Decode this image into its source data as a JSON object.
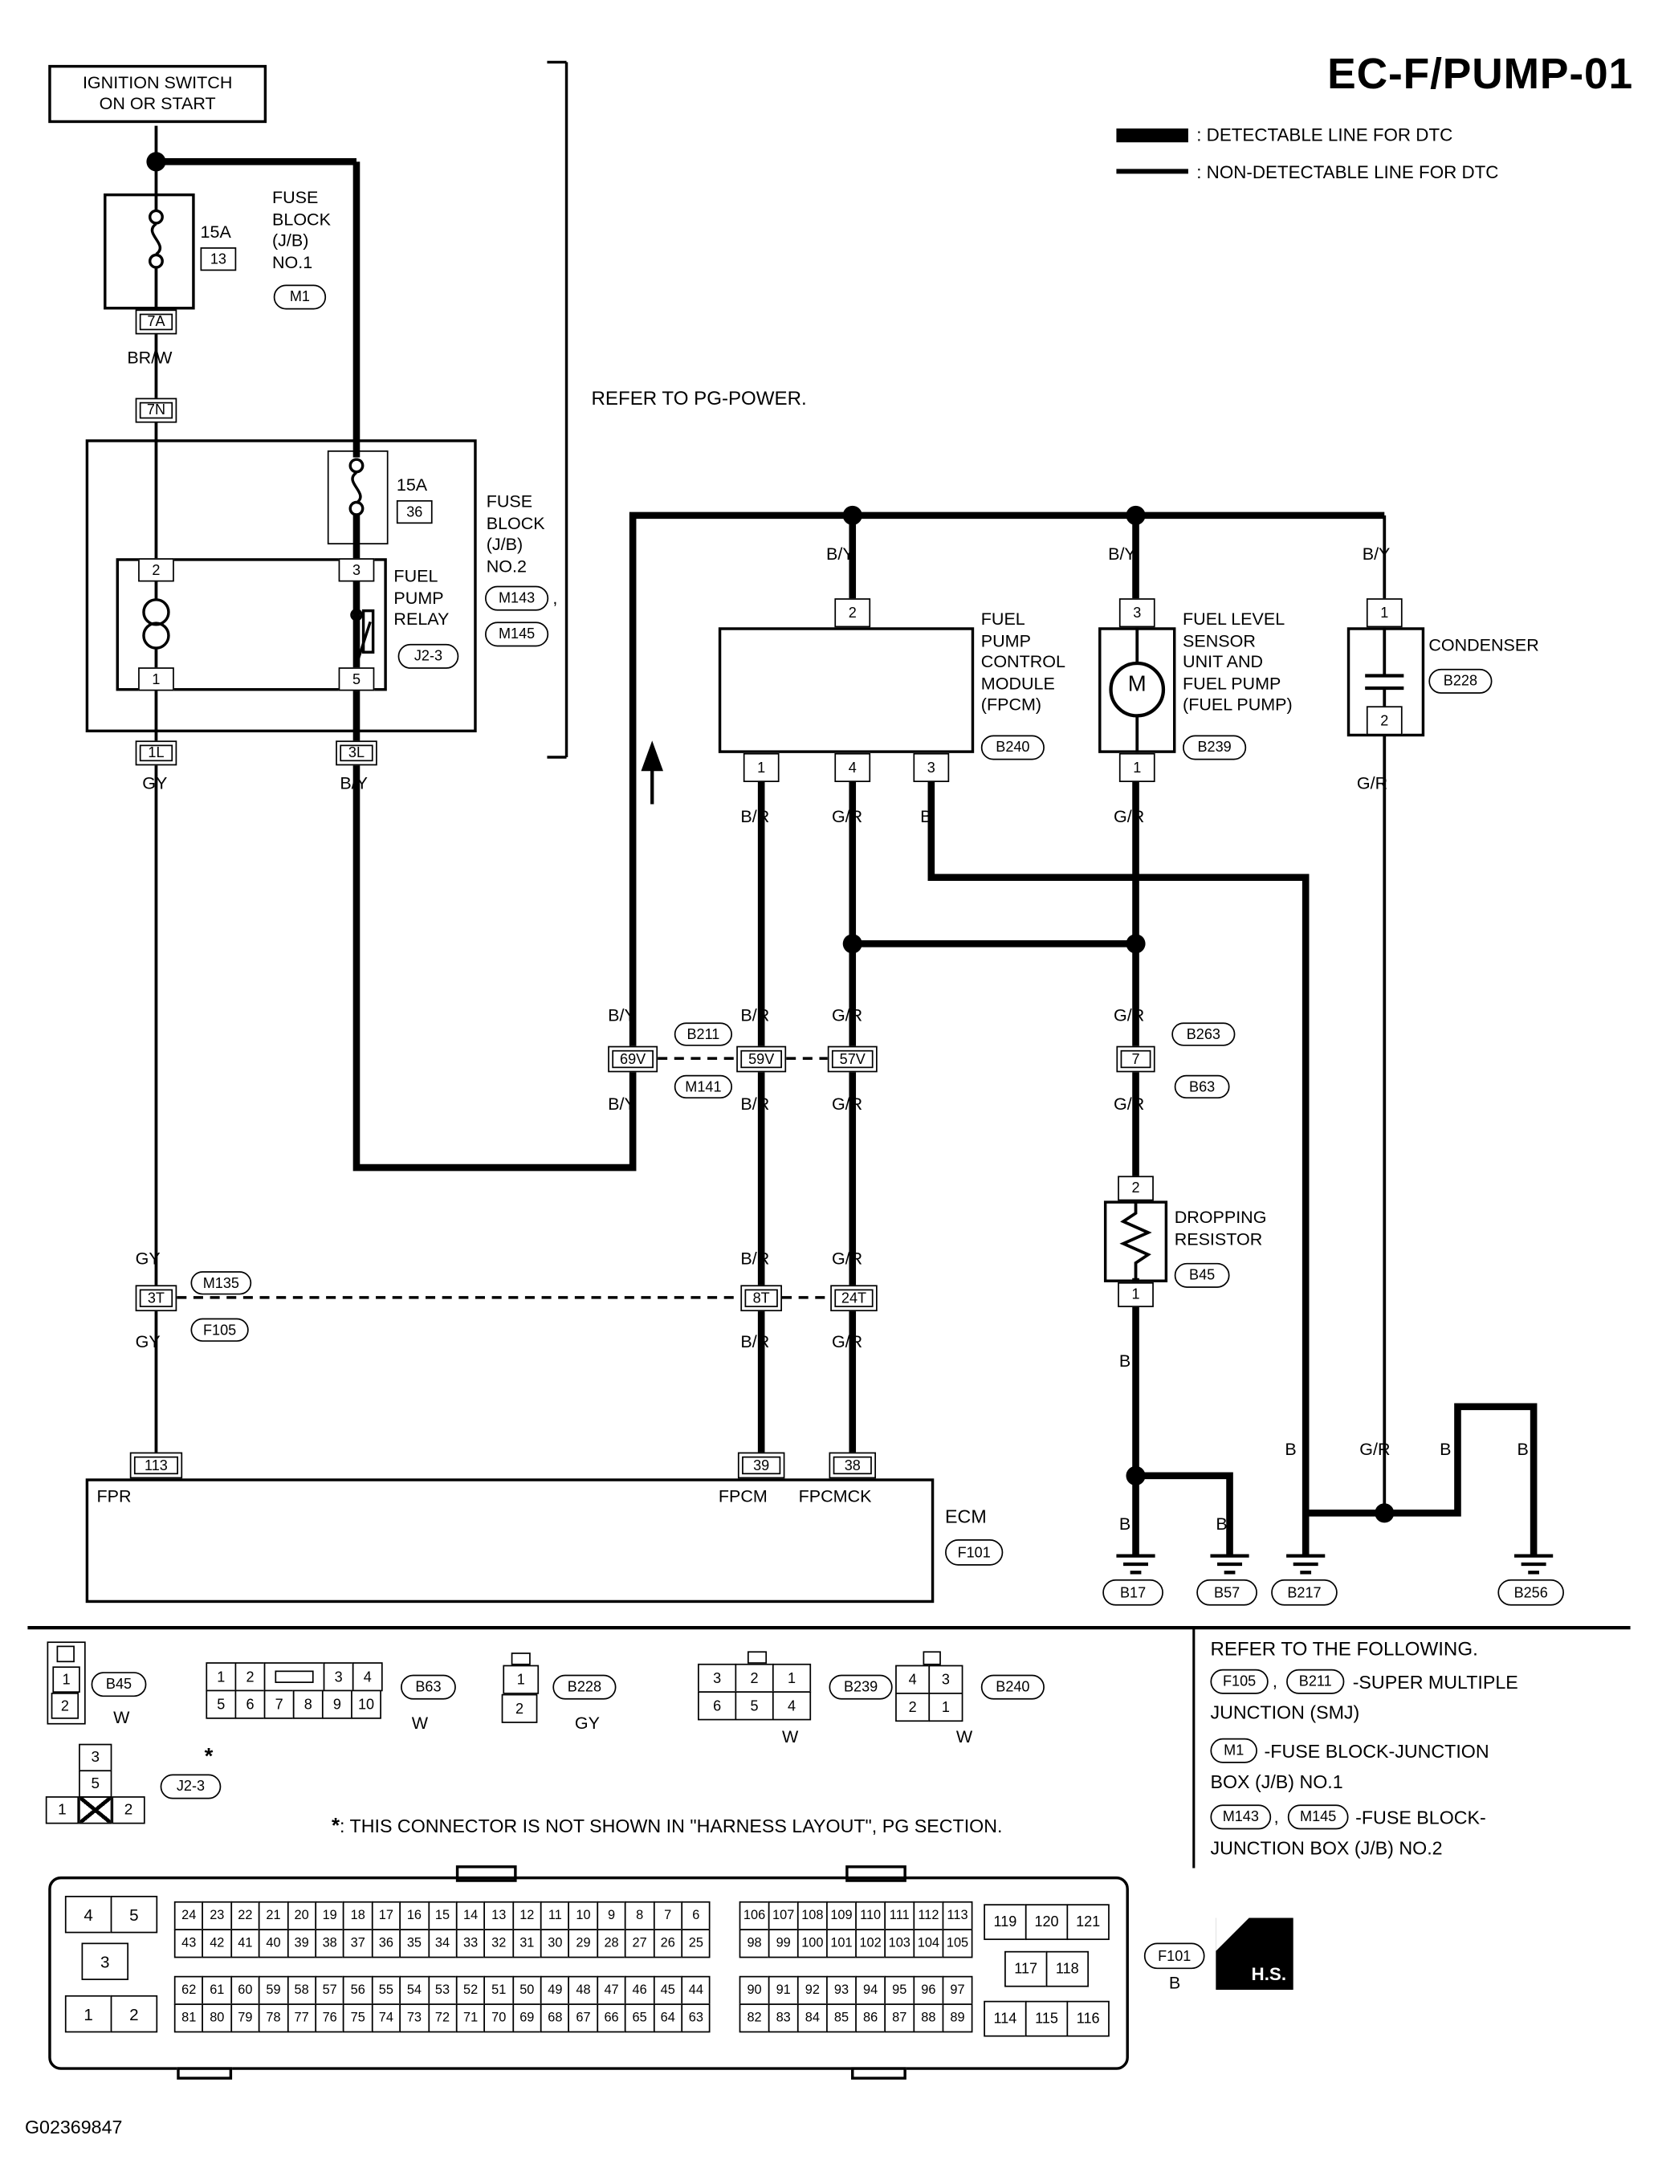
{
  "meta": {
    "title": "EC-F/PUMP-01",
    "doc_id": "G02369847"
  },
  "legend": {
    "detectable": ": DETECTABLE LINE FOR DTC",
    "non_detectable": ": NON-DETECTABLE LINE FOR DTC"
  },
  "notes": {
    "refer_pg_power": "REFER TO PG-POWER.",
    "asterisk": "*",
    "comma": ",",
    "asterisk_note": ": THIS CONNECTOR IS NOT SHOWN IN \"HARNESS LAYOUT\", PG SECTION.",
    "refer_following": "REFER TO THE FOLLOWING.",
    "super_multiple": "-SUPER MULTIPLE",
    "junction_smj": "JUNCTION (SMJ)",
    "fuse_jb1_a": "-FUSE BLOCK-JUNCTION",
    "fuse_jb1_b": "BOX (J/B) NO.1",
    "fuse_jb2_a": "-FUSE BLOCK-",
    "fuse_jb2_b": "JUNCTION BOX (J/B) NO.2"
  },
  "components": {
    "ignition": "IGNITION SWITCH\nON OR START",
    "fuse_block1": "FUSE\nBLOCK\n(J/B)\nNO.1",
    "fuse_block2": "FUSE\nBLOCK\n(J/B)\nNO.2",
    "relay": "FUEL\nPUMP\nRELAY",
    "fpcm": "FUEL\nPUMP\nCONTROL\nMODULE\n(FPCM)",
    "fuel_pump": "FUEL LEVEL\nSENSOR\nUNIT AND\nFUEL PUMP\n(FUEL PUMP)",
    "condenser": "CONDENSER",
    "dropping_resistor": "DROPPING\nRESISTOR",
    "ecm": "ECM",
    "motor": "M",
    "hs": "H.S."
  },
  "fuses": {
    "f13_amp": "15A",
    "f13_no": "13",
    "f36_amp": "15A",
    "f36_no": "36"
  },
  "codes": {
    "m1": "M1",
    "m143": "M143",
    "m145": "M145",
    "j23": "J2-3",
    "b240": "B240",
    "b239": "B239",
    "b228": "B228",
    "b263": "B263",
    "b63": "B63",
    "b211": "B211",
    "m141": "M141",
    "m135": "M135",
    "f105": "F105",
    "b45": "B45",
    "f101": "F101",
    "b17": "B17",
    "b57": "B57",
    "b217": "B217",
    "b256": "B256"
  },
  "pins": {
    "p7a": "7A",
    "p7n": "7N",
    "p1": "1",
    "p2": "2",
    "p3": "3",
    "p4": "4",
    "p5": "5",
    "p7": "7",
    "p1l": "1L",
    "p3l": "3L",
    "p69v": "69V",
    "p59v": "59V",
    "p57v": "57V",
    "p3t": "3T",
    "p8t": "8T",
    "p24t": "24T",
    "p113": "113",
    "p39": "39",
    "p38": "38"
  },
  "wires": {
    "brw": "BR/W",
    "gy": "GY",
    "by": "B/Y",
    "br": "B/R",
    "gr": "G/R",
    "b": "B",
    "w": "W"
  },
  "ecm_terms": {
    "fpr": "FPR",
    "fpcm": "FPCM",
    "fpcmck": "FPCMCK"
  },
  "connector_views": {
    "b45": {
      "col": [
        "1",
        "2"
      ],
      "color": "W"
    },
    "b63": {
      "r1a": [
        "1",
        "2"
      ],
      "r1b": [
        "3",
        "4"
      ],
      "r2": [
        "5",
        "6",
        "7",
        "8",
        "9",
        "10"
      ],
      "color": "W"
    },
    "b228": {
      "col": [
        "1",
        "2"
      ],
      "color": "GY"
    },
    "b239": {
      "r1": [
        "3",
        "2",
        "1"
      ],
      "r2": [
        "6",
        "5",
        "4"
      ],
      "color": "W"
    },
    "b240": {
      "r1": [
        "4",
        "3"
      ],
      "r2": [
        "2",
        "1"
      ],
      "color": "W"
    },
    "j23": {
      "p3": "3",
      "p5": "5",
      "p1": "1",
      "p2": "2"
    }
  },
  "ecm_view": {
    "left_small": {
      "r1": [
        "4",
        "5"
      ],
      "r2": [
        "3"
      ],
      "r3": [
        "1",
        "2"
      ]
    },
    "grid_a": [
      [
        "24",
        "23",
        "22",
        "21",
        "20",
        "19",
        "18",
        "17",
        "16",
        "15",
        "14",
        "13",
        "12",
        "11",
        "10",
        "9",
        "8",
        "7",
        "6"
      ],
      [
        "43",
        "42",
        "41",
        "40",
        "39",
        "38",
        "37",
        "36",
        "35",
        "34",
        "33",
        "32",
        "31",
        "30",
        "29",
        "28",
        "27",
        "26",
        "25"
      ],
      [
        "62",
        "61",
        "60",
        "59",
        "58",
        "57",
        "56",
        "55",
        "54",
        "53",
        "52",
        "51",
        "50",
        "49",
        "48",
        "47",
        "46",
        "45",
        "44"
      ],
      [
        "81",
        "80",
        "79",
        "78",
        "77",
        "76",
        "75",
        "74",
        "73",
        "72",
        "71",
        "70",
        "69",
        "68",
        "67",
        "66",
        "65",
        "64",
        "63"
      ]
    ],
    "grid_b": [
      [
        "106",
        "107",
        "108",
        "109",
        "110",
        "111",
        "112",
        "113"
      ],
      [
        "98",
        "99",
        "100",
        "101",
        "102",
        "103",
        "104",
        "105"
      ],
      [
        "90",
        "91",
        "92",
        "93",
        "94",
        "95",
        "96",
        "97"
      ],
      [
        "82",
        "83",
        "84",
        "85",
        "86",
        "87",
        "88",
        "89"
      ]
    ],
    "right_small": {
      "r1": [
        "119",
        "120",
        "121"
      ],
      "r2": [
        "117",
        "118"
      ],
      "r3": [
        "114",
        "115",
        "116"
      ]
    },
    "color": "B"
  }
}
